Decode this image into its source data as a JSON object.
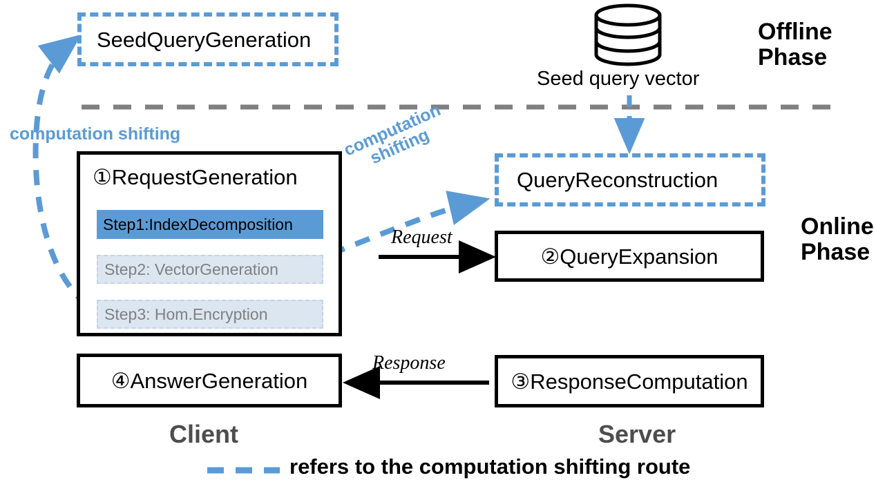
{
  "diagram": {
    "title": "Computation shifting architecture for private query processing",
    "colors": {
      "accent_blue": "#5B9BD5",
      "light_blue_fill": "#DCE6F1",
      "dim_text": "#808080",
      "side_label_gray": "#4d4d4d",
      "divider_gray": "#808080",
      "black": "#000000"
    }
  },
  "phases": {
    "offline": "Offline\nPhase",
    "offline_line1": "Offline",
    "offline_line2": "Phase",
    "online_line1": "Online",
    "online_line2": "Phase"
  },
  "offline": {
    "seed_query_generation": "SeedQueryGeneration",
    "database_icon": "database-cylinder-icon",
    "database_caption": "Seed query vector"
  },
  "client": {
    "title": "①RequestGeneration",
    "steps": [
      {
        "label": "Step1:IndexDecomposition",
        "state": "active"
      },
      {
        "label": "Step2: VectorGeneration",
        "state": "shifted"
      },
      {
        "label": "Step3: Hom.Encryption",
        "state": "shifted"
      }
    ],
    "answer_generation": "④AnswerGeneration",
    "side_label": "Client"
  },
  "server": {
    "query_reconstruction": "QueryReconstruction",
    "query_expansion": "②QueryExpansion",
    "response_computation": "③ResponseComputation",
    "side_label": "Server"
  },
  "edges": {
    "request": "Request",
    "response": "Response",
    "computation_shifting_left": "computation shifting",
    "computation_shifting_diag_line1": "computation",
    "computation_shifting_diag_line2": "shifting"
  },
  "legend": {
    "dash_swatch": "blue-dashed-line-swatch",
    "text": "refers to the computation shifting route"
  }
}
